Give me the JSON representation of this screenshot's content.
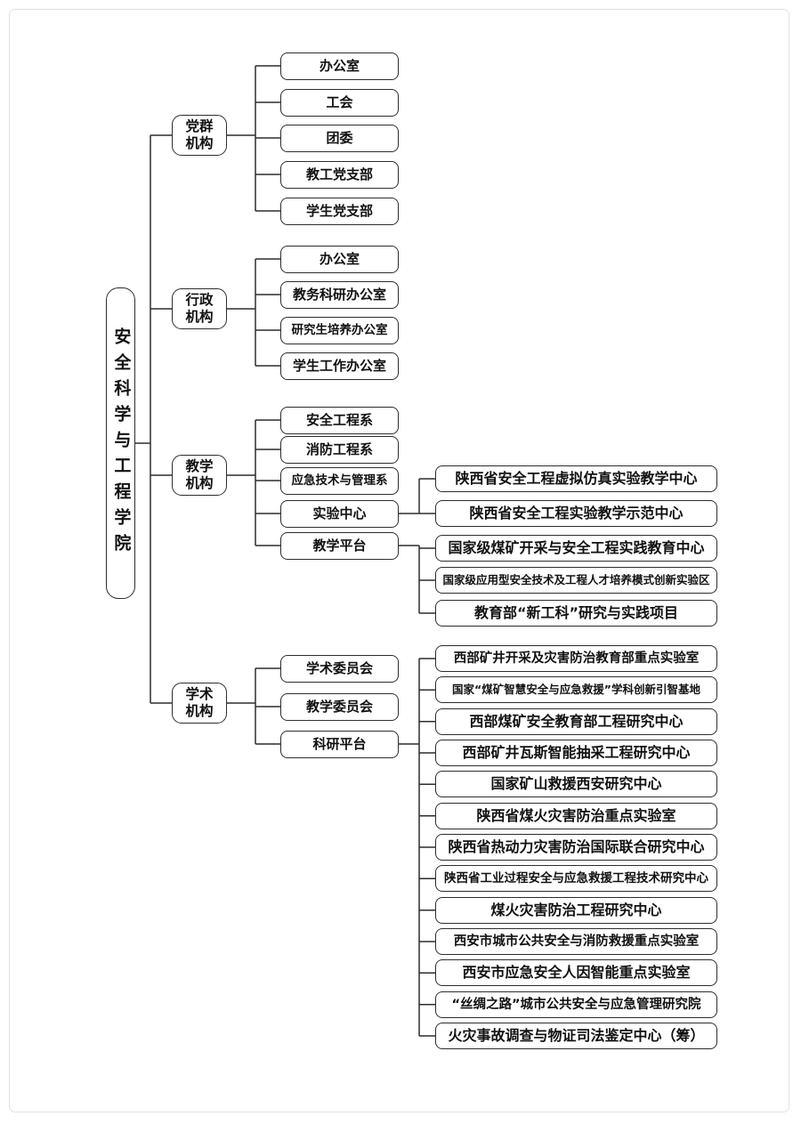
{
  "page": {
    "background": "#ffffff",
    "frame_border_color": "#e2e2e2",
    "line_color": "#2d2d2d",
    "box_border_color": "#2d2d2d",
    "text_color": "#111111"
  },
  "org": {
    "root": "安全科学与工程学院",
    "groups": [
      {
        "label": "党群\n机构",
        "children": [
          {
            "label": "办公室"
          },
          {
            "label": "工会"
          },
          {
            "label": "团委"
          },
          {
            "label": "教工党支部"
          },
          {
            "label": "学生党支部"
          }
        ]
      },
      {
        "label": "行政\n机构",
        "children": [
          {
            "label": "办公室"
          },
          {
            "label": "教务科研办公室"
          },
          {
            "label": "研究生培养办公室"
          },
          {
            "label": "学生工作办公室"
          }
        ]
      },
      {
        "label": "教学\n机构",
        "children": [
          {
            "label": "安全工程系"
          },
          {
            "label": "消防工程系"
          },
          {
            "label": "应急技术与管理系"
          },
          {
            "label": "实验中心",
            "children": [
              "陕西省安全工程虚拟仿真实验教学中心",
              "陕西省安全工程实验教学示范中心"
            ]
          },
          {
            "label": "教学平台",
            "children": [
              "国家级煤矿开采与安全工程实践教育中心",
              "国家级应用型安全技术及工程人才培养模式创新实验区",
              "教育部“新工科”研究与实践项目"
            ]
          }
        ]
      },
      {
        "label": "学术\n机构",
        "children": [
          {
            "label": "学术委员会"
          },
          {
            "label": "教学委员会"
          },
          {
            "label": "科研平台",
            "children": [
              "西部矿井开采及灾害防治教育部重点实验室",
              "国家“煤矿智慧安全与应急救援”学科创新引智基地",
              "西部煤矿安全教育部工程研究中心",
              "西部矿井瓦斯智能抽采工程研究中心",
              "国家矿山救援西安研究中心",
              "陕西省煤火灾害防治重点实验室",
              "陕西省热动力灾害防治国际联合研究中心",
              "陕西省工业过程安全与应急救援工程技术研究中心",
              "煤火灾害防治工程研究中心",
              "西安市城市公共安全与消防救援重点实验室",
              "西安市应急安全人因智能重点实验室",
              "“丝绸之路”城市公共安全与应急管理研究院",
              "火灾事故调查与物证司法鉴定中心（筹）"
            ]
          }
        ]
      }
    ]
  }
}
